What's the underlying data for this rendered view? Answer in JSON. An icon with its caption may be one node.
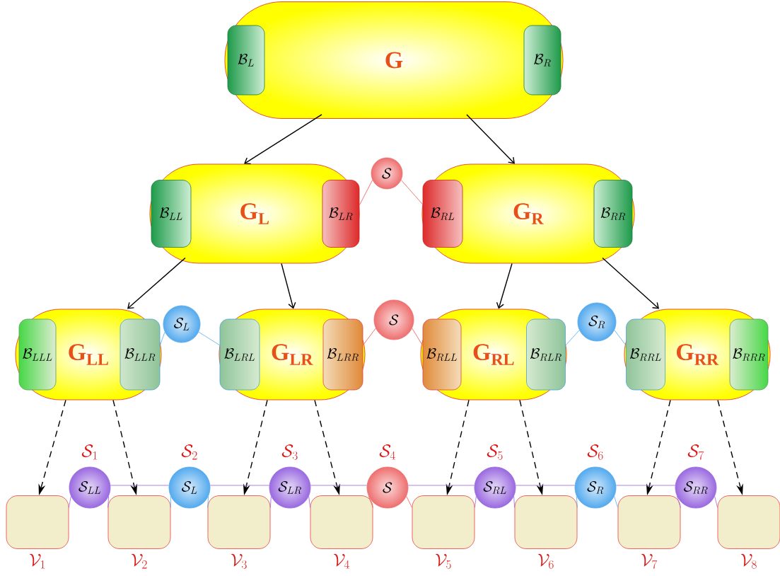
{
  "diagram": {
    "nodes": [
      {
        "text": [
          "G"
        ]
      },
      {
        "text": [
          "\\mathcal{B}_{L}"
        ],
        "in": 0
      },
      {
        "text": [
          "\\mathcal{B}_{R}"
        ],
        "in": 0
      },
      {
        "text": [
          "G$_{L}$"
        ]
      },
      {
        "text": [
          "\\mathcal{B}_{LL}"
        ],
        "in": 3
      },
      {
        "text": [
          "\\mathcal{B}_{LR}"
        ],
        "in": 3
      },
      {
        "text": [
          "\\mathcal{S}"
        ]
      },
      {
        "text": [
          "G$_{R}$"
        ]
      },
      {
        "text": [
          "\\mathcal{B}_{RL}"
        ],
        "in": 7
      },
      {
        "text": [
          "\\mathcal{B}_{RR}"
        ],
        "in": 7
      },
      {
        "text": [
          "G$_{LL}$"
        ]
      },
      {
        "text": [
          "\\mathcal{B}_{LLL}"
        ],
        "in": 10
      },
      {
        "text": [
          "\\mathcal{B}_{LLR}"
        ],
        "in": 10
      },
      {
        "text": [
          "\\mathcal{S}_{L}"
        ]
      },
      {
        "text": [
          "G$_{LR}$"
        ]
      },
      {
        "text": [
          "\\mathcal{B}_{LRL}"
        ],
        "in": 14
      },
      {
        "text": [
          "\\mathcal{B}_{LRR}"
        ],
        "in": 14
      },
      {
        "text": [
          "\\mathcal{S}"
        ]
      },
      {
        "text": [
          "G$_{RL}$"
        ]
      },
      {
        "text": [
          "\\mathcal{B}_{RLL}"
        ],
        "in": 18
      },
      {
        "text": [
          "\\mathcal{B}_{RLR}"
        ],
        "in": 18
      },
      {
        "text": [
          "\\mathcal{S}_{R}"
        ]
      },
      {
        "text": [
          "G$_{RR}$"
        ]
      },
      {
        "text": [
          "\\mathcal{B}_{RRL}"
        ],
        "in": 22
      },
      {
        "text": [
          "\\mathcal{B}_{RRR}"
        ],
        "in": 22
      },
      {
        "text": [],
        "shape": "box",
        "beside": [
          "\\mathcal{V}_1"
        ]
      },
      {
        "text": [
          "\\mathcal{S}_{LL}"
        ],
        "beside": [
          "\\mathcal{S}_1"
        ]
      },
      {
        "text": [],
        "shape": "box",
        "beside": [
          "\\mathcal{V}_2"
        ]
      },
      {
        "text": [
          "\\mathcal{S}_{L}"
        ],
        "beside": [
          "\\mathcal{S}_2"
        ]
      },
      {
        "text": [],
        "shape": "box",
        "beside": [
          "\\mathcal{V}_3"
        ]
      },
      {
        "text": [
          "\\mathcal{S}_{LR}"
        ],
        "beside": [
          "\\mathcal{S}_3"
        ]
      },
      {
        "text": [],
        "shape": "box",
        "beside": [
          "\\mathcal{V}_4"
        ]
      },
      {
        "text": [
          "\\mathcal{S}"
        ],
        "beside": [
          "\\mathcal{S}_4"
        ]
      },
      {
        "text": [],
        "shape": "box",
        "beside": [
          "\\mathcal{V}_5"
        ]
      },
      {
        "text": [
          "\\mathcal{S}_{RL}"
        ],
        "beside": [
          "\\mathcal{S}_5"
        ]
      },
      {
        "text": [],
        "shape": "box",
        "beside": [
          "\\mathcal{V}_6"
        ]
      },
      {
        "text": [
          "\\mathcal{S}_{R}"
        ],
        "beside": [
          "\\mathcal{S}_6"
        ]
      },
      {
        "text": [],
        "shape": "box",
        "beside": [
          "\\mathcal{V}_7"
        ]
      },
      {
        "text": [
          "\\mathcal{S}_{RR}"
        ],
        "beside": [
          "\\mathcal{S}_7"
        ]
      },
      {
        "text": [],
        "shape": "box",
        "beside": [
          "\\mathcal{V}_8"
        ]
      }
    ],
    "edges": [
      {
        "from": 0,
        "to": 3,
        "arrow": "to"
      },
      {
        "from": 0,
        "to": 7,
        "arrow": "to"
      },
      {
        "from": 3,
        "to": 10,
        "arrow": "to"
      },
      {
        "from": 3,
        "to": 14,
        "arrow": "to"
      },
      {
        "from": 7,
        "to": 18,
        "arrow": "to"
      },
      {
        "from": 7,
        "to": 22,
        "arrow": "to"
      },
      {
        "from": 10,
        "to": 25,
        "arrow": "to",
        "style": "dashed"
      },
      {
        "from": 10,
        "to": 27,
        "arrow": "to",
        "style": "dashed"
      },
      {
        "from": 14,
        "to": 29,
        "arrow": "to",
        "style": "dashed"
      },
      {
        "from": 14,
        "to": 31,
        "arrow": "to",
        "style": "dashed"
      },
      {
        "from": 18,
        "to": 33,
        "arrow": "to",
        "style": "dashed"
      },
      {
        "from": 18,
        "to": 35,
        "arrow": "to",
        "style": "dashed"
      },
      {
        "from": 22,
        "to": 37,
        "arrow": "to",
        "style": "dashed"
      },
      {
        "from": 22,
        "to": 39,
        "arrow": "to",
        "style": "dashed"
      },
      {
        "from": 6,
        "to": 5,
        "arrow": "none",
        "color": "#ee5555"
      },
      {
        "from": 6,
        "to": 8,
        "arrow": "none",
        "color": "#ee5555"
      },
      {
        "from": 13,
        "to": 12,
        "arrow": "none",
        "color": "#55aaee"
      },
      {
        "from": 13,
        "to": 15,
        "arrow": "none",
        "color": "#55aaee"
      },
      {
        "from": 17,
        "to": 16,
        "arrow": "none",
        "color": "#ee5555"
      },
      {
        "from": 17,
        "to": 19,
        "arrow": "none",
        "color": "#ee5555"
      },
      {
        "from": 21,
        "to": 20,
        "arrow": "none",
        "color": "#55aaee"
      },
      {
        "from": 21,
        "to": 23,
        "arrow": "none",
        "color": "#55aaee"
      },
      {
        "from": 26,
        "to": 25,
        "arrow": "none",
        "color": "#9966dd"
      },
      {
        "from": 26,
        "to": 27,
        "arrow": "none",
        "color": "#9966dd"
      },
      {
        "from": 28,
        "to": 27,
        "arrow": "none",
        "color": "#55aaee"
      },
      {
        "from": 28,
        "to": 29,
        "arrow": "none",
        "color": "#55aaee"
      },
      {
        "from": 30,
        "to": 29,
        "arrow": "none",
        "color": "#9966dd"
      },
      {
        "from": 30,
        "to": 31,
        "arrow": "none",
        "color": "#9966dd"
      },
      {
        "from": 32,
        "to": 31,
        "arrow": "none",
        "color": "#ee5555"
      },
      {
        "from": 32,
        "to": 33,
        "arrow": "none",
        "color": "#ee5555"
      },
      {
        "from": 34,
        "to": 33,
        "arrow": "none",
        "color": "#9966dd"
      },
      {
        "from": 34,
        "to": 35,
        "arrow": "none",
        "color": "#9966dd"
      },
      {
        "from": 36,
        "to": 35,
        "arrow": "none",
        "color": "#55aaee"
      },
      {
        "from": 36,
        "to": 37,
        "arrow": "none",
        "color": "#55aaee"
      },
      {
        "from": 38,
        "to": 37,
        "arrow": "none",
        "color": "#9966dd"
      },
      {
        "from": 38,
        "to": 39,
        "arrow": "none",
        "color": "#9966dd"
      },
      {
        "from": 26,
        "to": 28,
        "arrow": "none",
        "color": "#9966dd"
      },
      {
        "from": 28,
        "to": 30,
        "arrow": "none",
        "color": "#9966dd"
      },
      {
        "from": 30,
        "to": 32,
        "arrow": "none",
        "color": "#9966dd"
      },
      {
        "from": 32,
        "to": 34,
        "arrow": "none",
        "color": "#9966dd"
      },
      {
        "from": 34,
        "to": 36,
        "arrow": "none",
        "color": "#9966dd"
      },
      {
        "from": 36,
        "to": 38,
        "arrow": "none",
        "color": "#9966dd"
      }
    ]
  }
}
